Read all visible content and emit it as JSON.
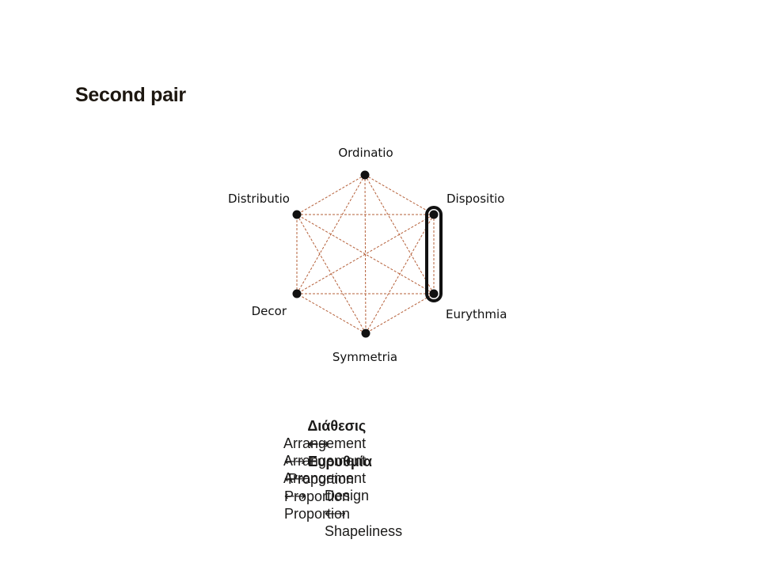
{
  "slide": {
    "title": "Second pair"
  },
  "diagram": {
    "nodes": [
      {
        "id": "ordinatio",
        "label": "Ordinatio"
      },
      {
        "id": "dispositio",
        "label": "Dispositio"
      },
      {
        "id": "eurythmia",
        "label": "Eurythmia"
      },
      {
        "id": "symmetria",
        "label": "Symmetria"
      },
      {
        "id": "decor",
        "label": "Decor"
      },
      {
        "id": "distributio",
        "label": "Distributio"
      }
    ],
    "highlighted_pair": [
      "dispositio",
      "eurythmia"
    ],
    "colors": {
      "edge": "#b5603a",
      "node": "#111111",
      "highlight": "#111111"
    }
  },
  "translations": {
    "arrow": "←→",
    "rows": [
      {
        "left": "Διάθεσις",
        "right": "Ευρυθμία"
      },
      {
        "left": "Arrangement",
        "right": " Proportion"
      },
      {
        "left": "Arrangement",
        "right": "Proportion"
      },
      {
        "left": "Arrangement",
        "right": "Proportion"
      },
      {
        "left": "Design",
        "right": "Shapeliness"
      }
    ]
  }
}
